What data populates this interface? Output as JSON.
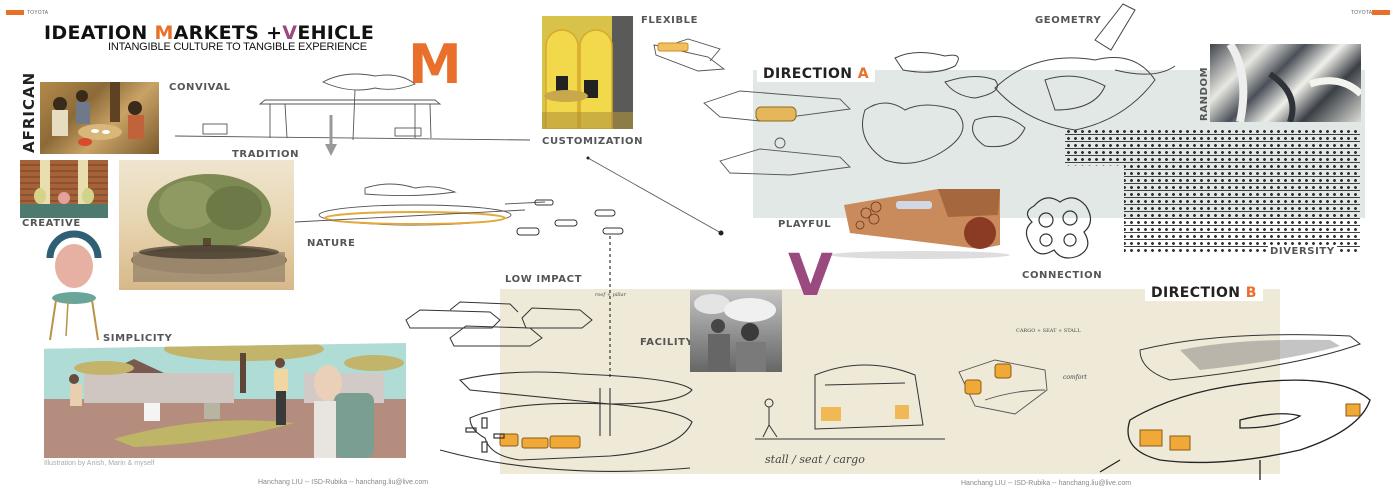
{
  "brand": {
    "left_label": "TOYOTA",
    "right_label": "TOYOTA",
    "accent_color": "#e8702a"
  },
  "header": {
    "title_part1": "IDEATION ",
    "title_m": "M",
    "title_part2": "ARKETS +",
    "title_v": "V",
    "title_part3": "EHICLE",
    "subtitle": "INTANGIBLE CULTURE TO TANGIBLE EXPERIENCE"
  },
  "colors": {
    "orange": "#e8702a",
    "purple": "#9a4a7e",
    "direction_a_panel": "#e1e8e5",
    "direction_b_panel": "#efe9d8"
  },
  "markets": {
    "big_letter": "M",
    "side_label": "AFRICAN",
    "keywords": {
      "convival": "CONVIVAL",
      "tradition": "TRADITION",
      "creative": "CREATIVE",
      "nature": "NATURE",
      "simplicity": "SIMPLICITY",
      "customization": "CUSTOMIZATION",
      "flexible": "FLEXIBLE",
      "low_impact": "LOW IMPACT",
      "facility": "FACILITY"
    },
    "illustration_credit": "Illustration by Anish, Marin & myself"
  },
  "vehicle": {
    "big_letter": "V",
    "direction_a": {
      "title_prefix": "DIRECTION ",
      "title_letter": "A",
      "keywords": {
        "geometry": "GEOMETRY",
        "random": "RANDOM",
        "playful": "PLAYFUL",
        "connection": "CONNECTION",
        "diversity": "DIVERSITY"
      }
    },
    "direction_b": {
      "title_prefix": "DIRECTION ",
      "title_letter": "B",
      "notes": {
        "roof_pillar": "roof + pillar",
        "cargo_seat_stall": "CARGO + SEAT + STALL",
        "comfort": "comfort",
        "stall_seat_cargo": "stall / seat / cargo"
      }
    }
  },
  "footer": {
    "left": "Hanchang LIU -- ISD-Rubika -- hanchang.liu@live.com",
    "right": "Hanchang LIU -- ISD-Rubika -- hanchang.liu@live.com"
  }
}
